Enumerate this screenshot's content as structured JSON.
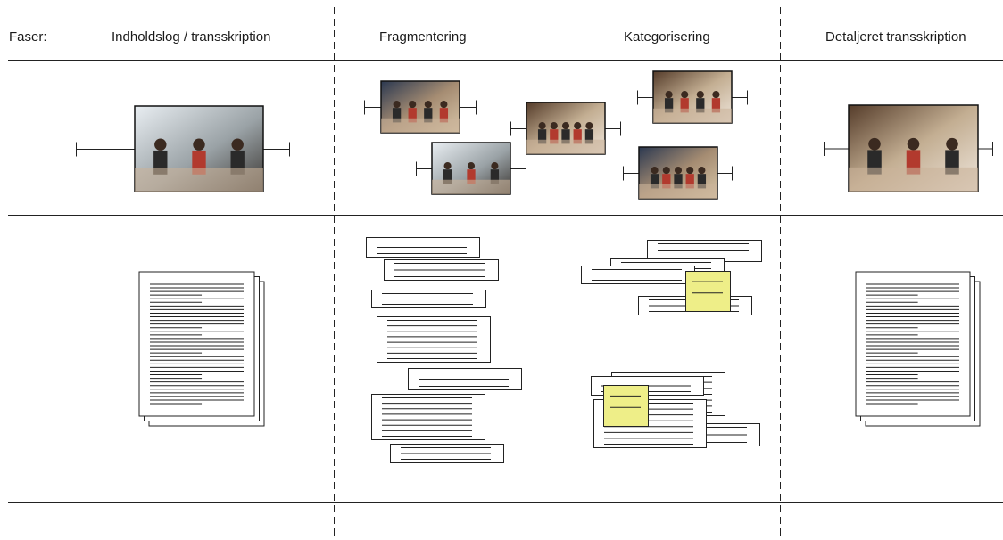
{
  "headers": {
    "faser_label": "Faser:",
    "phase1": "Indholdslog / transskription",
    "phase2": "Fragmentering",
    "phase3": "Kategorisering",
    "phase4": "Detaljeret transskription"
  },
  "icons": {
    "video_clip": "video-frame-icon",
    "document": "document-stack-icon",
    "text_fragment": "text-fragment-icon",
    "sticky_note": "sticky-note-icon"
  },
  "colors": {
    "line": "#222222",
    "sticky_note": "#eeee88",
    "paper": "#ffffff"
  }
}
